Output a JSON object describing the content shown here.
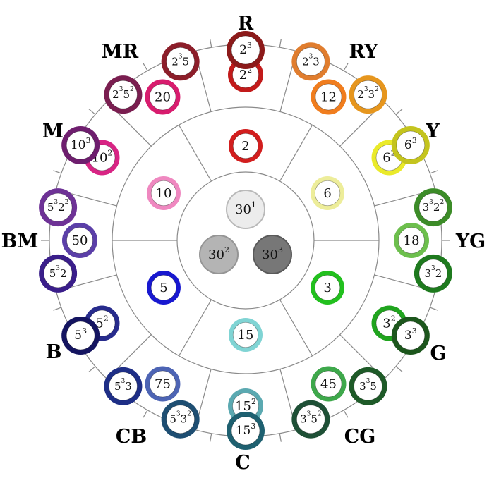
{
  "labels": {
    "r": "R",
    "ry": "RY",
    "y": "Y",
    "yg": "YG",
    "g": "G",
    "cg": "CG",
    "c": "C",
    "cb": "CB",
    "b": "B",
    "bm": "BM",
    "m": "M",
    "mr": "MR"
  },
  "core": [
    {
      "base": "30",
      "exp": "1",
      "fill": "#ececec",
      "ring": "#b9b9b9"
    },
    {
      "base": "30",
      "exp": "2",
      "fill": "#b4b4b4",
      "ring": "#959595"
    },
    {
      "base": "30",
      "exp": "3",
      "fill": "#777777",
      "ring": "#5a5a5a"
    }
  ],
  "ring1": [
    {
      "base": "2",
      "exp": "",
      "ring": "#d21e1e"
    },
    {
      "base": "6",
      "exp": "",
      "ring": "#eded9a"
    },
    {
      "base": "3",
      "exp": "",
      "ring": "#22c01e"
    },
    {
      "base": "15",
      "exp": "",
      "ring": "#80d4d4"
    },
    {
      "base": "5",
      "exp": "",
      "ring": "#1818d0"
    },
    {
      "base": "10",
      "exp": "",
      "ring": "#ef88c0"
    }
  ],
  "ring2": [
    {
      "base": "2",
      "exp": "2",
      "ring": "#c21a1a"
    },
    {
      "base": "12",
      "exp": "",
      "ring": "#f07d1e"
    },
    {
      "base": "6",
      "exp": "2",
      "ring": "#eaea2a"
    },
    {
      "base": "18",
      "exp": "",
      "ring": "#6dbf4d"
    },
    {
      "base": "3",
      "exp": "2",
      "ring": "#20a41e"
    },
    {
      "base": "45",
      "exp": "",
      "ring": "#3ea84b"
    },
    {
      "base": "15",
      "exp": "2",
      "ring": "#5ba9b1"
    },
    {
      "base": "75",
      "exp": "",
      "ring": "#4d64b4"
    },
    {
      "base": "5",
      "exp": "2",
      "ring": "#272b8c"
    },
    {
      "base": "50",
      "exp": "",
      "ring": "#5b3fa8"
    },
    {
      "base": "10",
      "exp": "2",
      "ring": "#d82484"
    },
    {
      "base": "20",
      "exp": "",
      "ring": "#d81c6e"
    }
  ],
  "ring3": [
    {
      "parts": [
        [
          "2",
          "3"
        ]
      ],
      "ring": "#8c1a1a"
    },
    {
      "parts": [
        [
          "2",
          "3"
        ],
        [
          "3",
          ""
        ]
      ],
      "ring": "#e07d2e"
    },
    {
      "parts": [
        [
          "2",
          "3"
        ],
        [
          "3",
          "2"
        ]
      ],
      "ring": "#e6961e"
    },
    {
      "parts": [
        [
          "6",
          "3"
        ]
      ],
      "ring": "#c4c41e"
    },
    {
      "parts": [
        [
          "3",
          "3"
        ],
        [
          "2",
          "2"
        ]
      ],
      "ring": "#3c8c28"
    },
    {
      "parts": [
        [
          "3",
          "3"
        ],
        [
          "2",
          ""
        ]
      ],
      "ring": "#1e7a1e"
    },
    {
      "parts": [
        [
          "3",
          "3"
        ]
      ],
      "ring": "#1c561c"
    },
    {
      "parts": [
        [
          "3",
          "3"
        ],
        [
          "5",
          ""
        ]
      ],
      "ring": "#1e5a28"
    },
    {
      "parts": [
        [
          "3",
          "3"
        ],
        [
          "5",
          "2"
        ]
      ],
      "ring": "#1e5036"
    },
    {
      "parts": [
        [
          "15",
          "3"
        ]
      ],
      "ring": "#1e6070"
    },
    {
      "parts": [
        [
          "5",
          "3"
        ],
        [
          "3",
          "2"
        ]
      ],
      "ring": "#1e4e72"
    },
    {
      "parts": [
        [
          "5",
          "3"
        ],
        [
          "3",
          ""
        ]
      ],
      "ring": "#1e2e86"
    },
    {
      "parts": [
        [
          "5",
          "3"
        ]
      ],
      "ring": "#141460"
    },
    {
      "parts": [
        [
          "5",
          "3"
        ],
        [
          "2",
          ""
        ]
      ],
      "ring": "#3a1e8a"
    },
    {
      "parts": [
        [
          "5",
          "3"
        ],
        [
          "2",
          "2"
        ]
      ],
      "ring": "#6e3296"
    },
    {
      "parts": [
        [
          "10",
          "3"
        ]
      ],
      "ring": "#6e1e6e"
    },
    {
      "parts": [
        [
          "2",
          "3"
        ],
        [
          "5",
          "2"
        ]
      ],
      "ring": "#7a1e50"
    },
    {
      "parts": [
        [
          "2",
          "3"
        ],
        [
          "5",
          ""
        ]
      ],
      "ring": "#8c1e2a"
    }
  ]
}
